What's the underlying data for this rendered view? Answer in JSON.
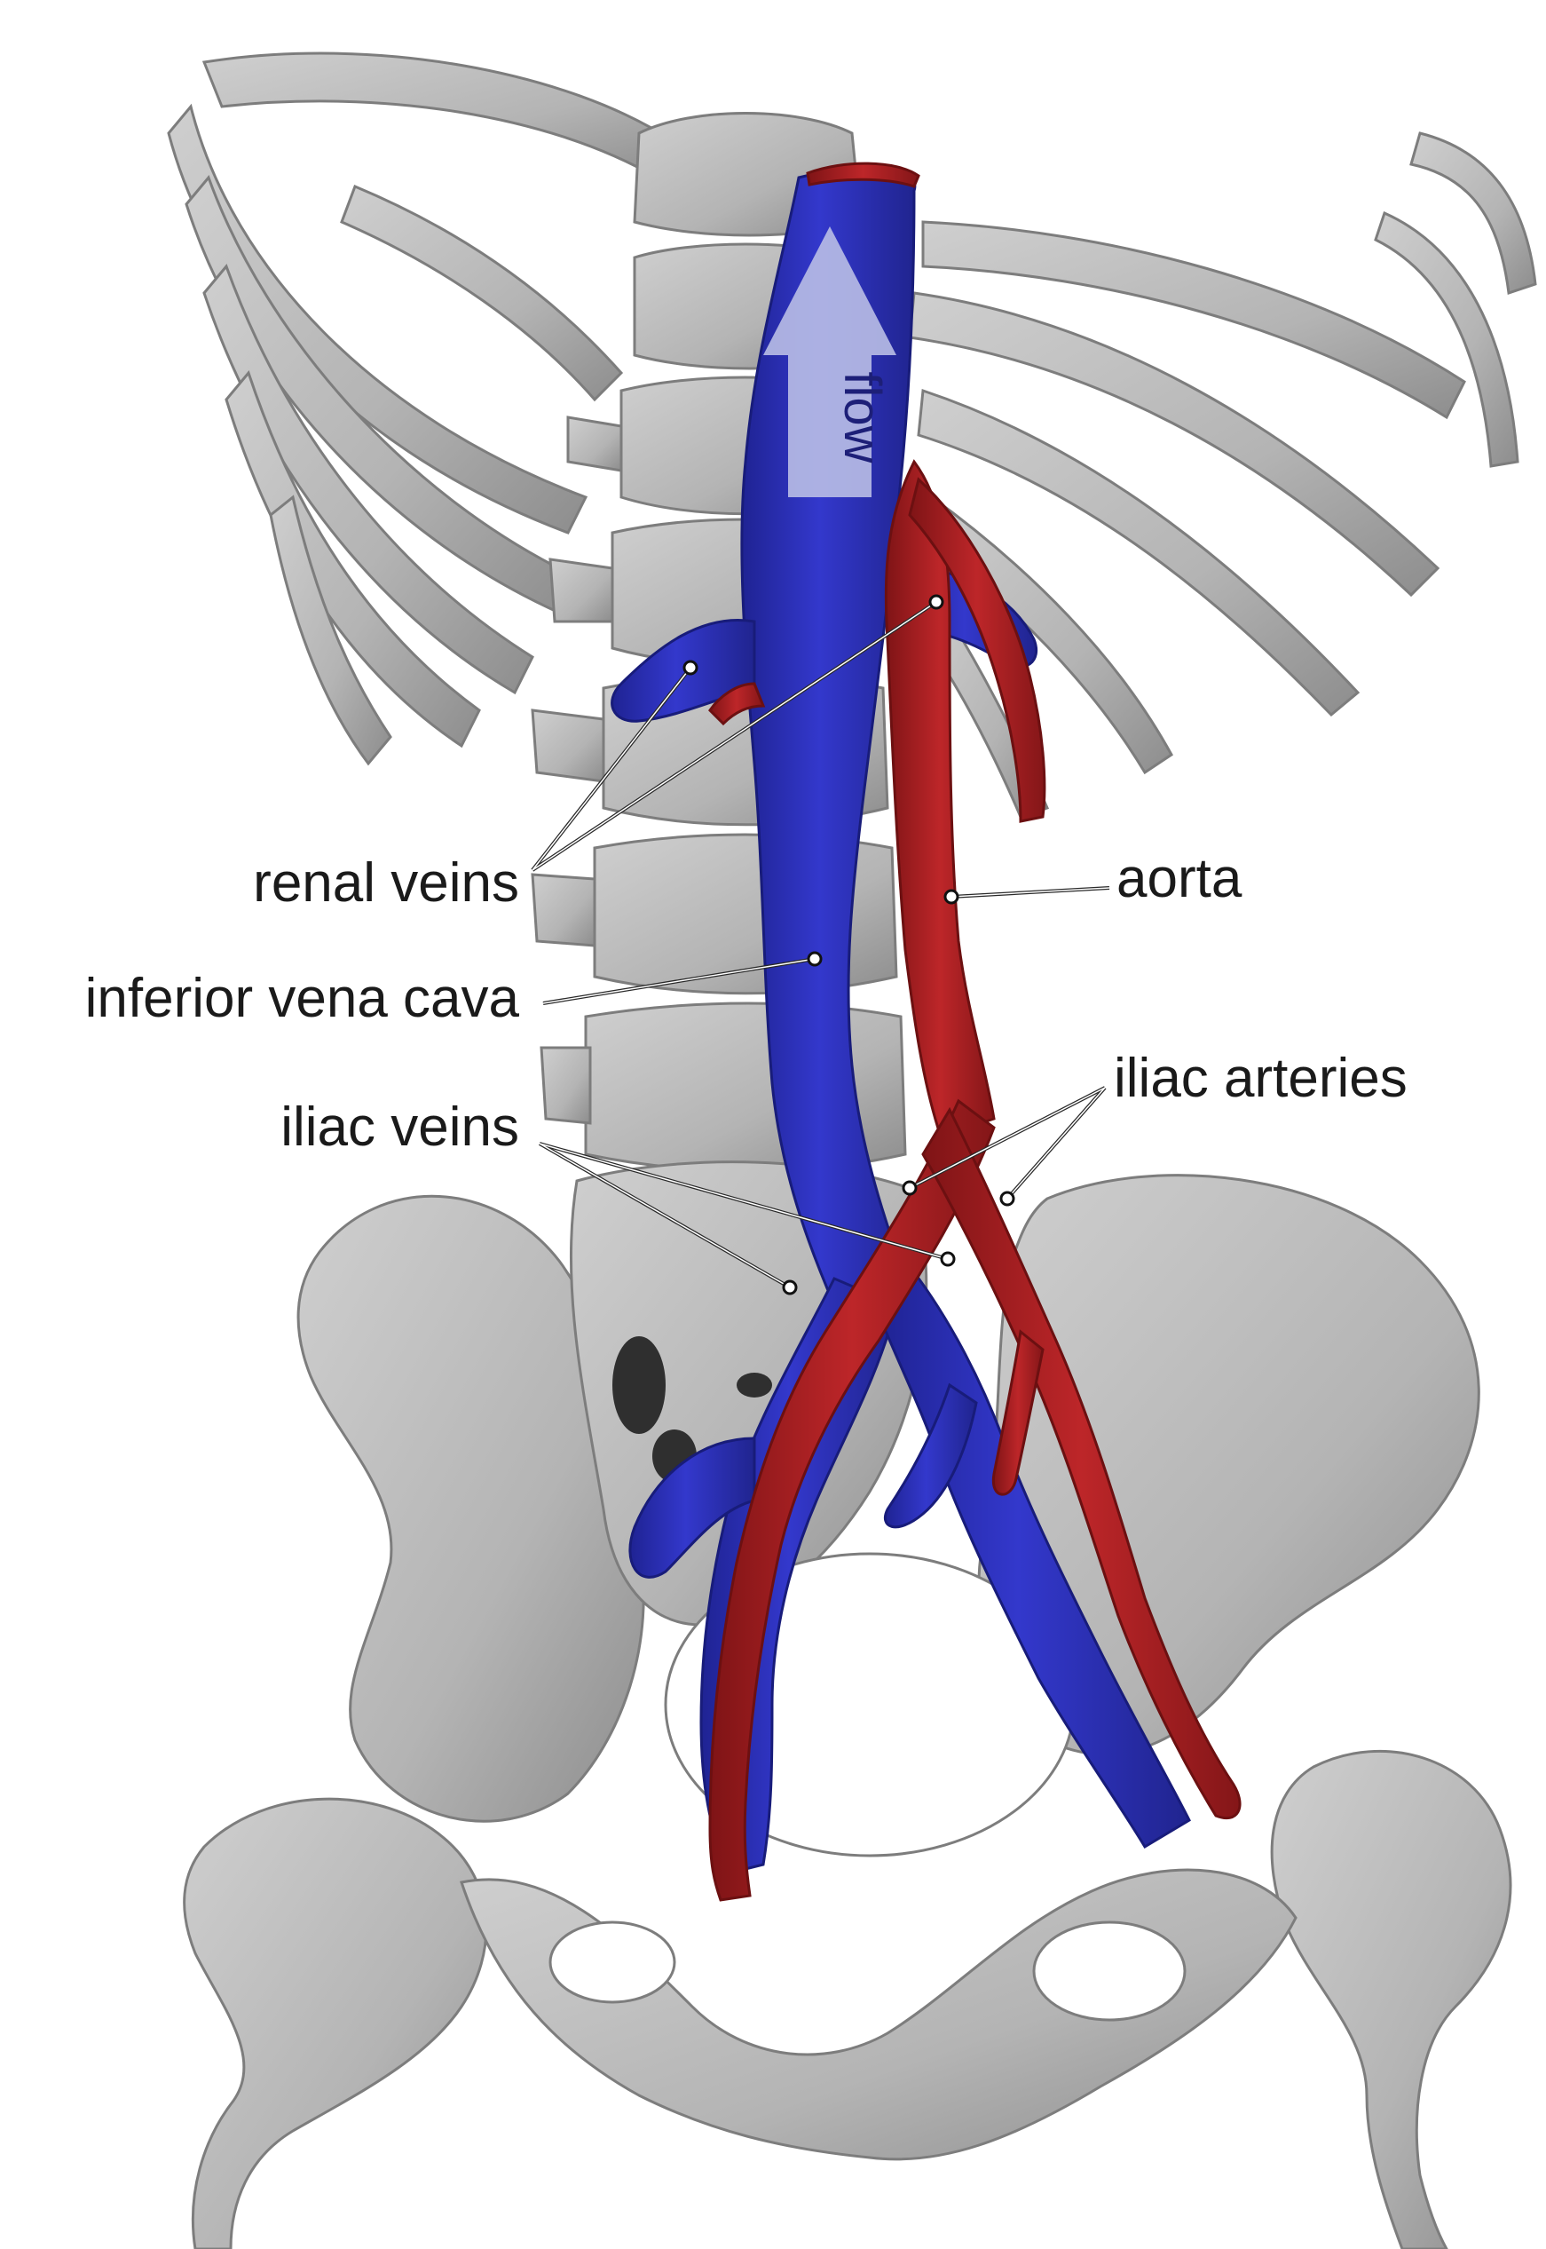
{
  "figure": {
    "colors": {
      "background": "#ffffff",
      "bone": "#b9b9b9",
      "bone_shadow": "#8e8e8e",
      "bone_dark": "#2f2f2f",
      "vein": "#2f34c4",
      "vein_dark": "#1e2290",
      "artery": "#b52224",
      "artery_dark": "#7f1416",
      "flow_arrow": "#b9bee6",
      "label_text": "#1a1a1a"
    },
    "flow_label": "flow",
    "labels": {
      "renal_veins": "renal veins",
      "aorta": "aorta",
      "inferior_vena_cava": "inferior vena cava",
      "iliac_arteries": "iliac arteries",
      "iliac_veins": "iliac veins"
    }
  }
}
